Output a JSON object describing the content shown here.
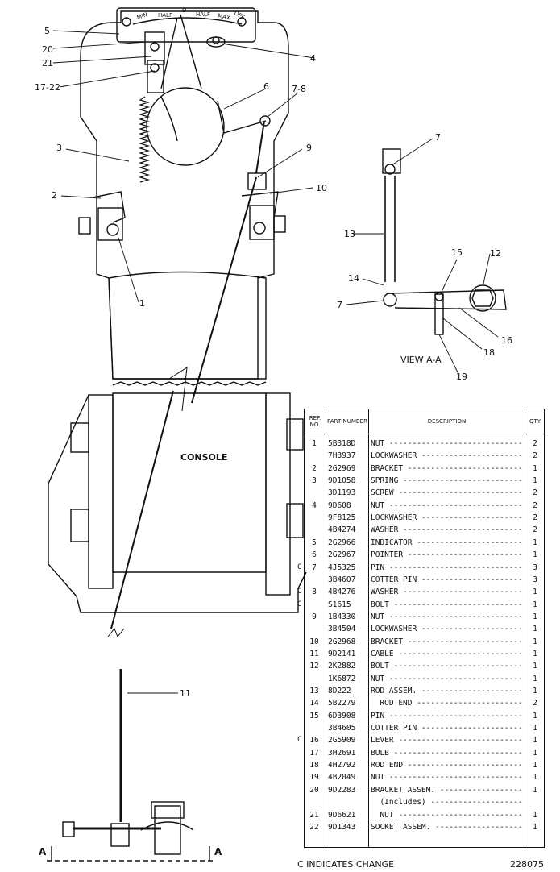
{
  "dial": {
    "min": "MIN",
    "half_left": "HALF",
    "d": "D",
    "half_right": "HALF",
    "max": "MAX",
    "off": "OFF"
  },
  "callouts": [
    {
      "id": "c5",
      "text": "5"
    },
    {
      "id": "c20",
      "text": "20"
    },
    {
      "id": "c21",
      "text": "21"
    },
    {
      "id": "c17_22",
      "text": "17-22"
    },
    {
      "id": "c4",
      "text": "4"
    },
    {
      "id": "c6",
      "text": "6"
    },
    {
      "id": "c7_8",
      "text": "7-8"
    },
    {
      "id": "c3",
      "text": "3"
    },
    {
      "id": "c9",
      "text": "9"
    },
    {
      "id": "c2",
      "text": "2"
    },
    {
      "id": "c10",
      "text": "10"
    },
    {
      "id": "c1",
      "text": "1"
    },
    {
      "id": "c7a",
      "text": "7"
    },
    {
      "id": "c13",
      "text": "13"
    },
    {
      "id": "c15",
      "text": "15"
    },
    {
      "id": "c12",
      "text": "12"
    },
    {
      "id": "c14",
      "text": "14"
    },
    {
      "id": "c7b",
      "text": "7"
    },
    {
      "id": "c16",
      "text": "16"
    },
    {
      "id": "c18",
      "text": "18"
    },
    {
      "id": "c19",
      "text": "19"
    },
    {
      "id": "c11",
      "text": "11"
    }
  ],
  "console_label": "CONSOLE",
  "view_caption": "VIEW A-A",
  "section_marks": {
    "left": "A",
    "right": "A"
  },
  "table": {
    "headers": {
      "ref": "REF. NO.",
      "part": "PART NUMBER",
      "desc": "DESCRIPTION",
      "qty": "QTY"
    },
    "rows": [
      {
        "ref": "1",
        "pn": "5B318D",
        "desc": "NUT",
        "qty": "2",
        "c": ""
      },
      {
        "ref": "",
        "pn": "7H3937",
        "desc": "LOCKWASHER",
        "qty": "2",
        "c": ""
      },
      {
        "ref": "2",
        "pn": "2G2969",
        "desc": "BRACKET",
        "qty": "1",
        "c": ""
      },
      {
        "ref": "3",
        "pn": "9D1058",
        "desc": "SPRING",
        "qty": "1",
        "c": ""
      },
      {
        "ref": "",
        "pn": "3D1193",
        "desc": "SCREW",
        "qty": "2",
        "c": ""
      },
      {
        "ref": "4",
        "pn": "9D608",
        "desc": "NUT",
        "qty": "2",
        "c": ""
      },
      {
        "ref": "",
        "pn": "9F8125",
        "desc": "LOCKWASHER",
        "qty": "2",
        "c": ""
      },
      {
        "ref": "",
        "pn": "4B4274",
        "desc": "WASHER",
        "qty": "2",
        "c": ""
      },
      {
        "ref": "5",
        "pn": "2G2966",
        "desc": "INDICATOR",
        "qty": "1",
        "c": ""
      },
      {
        "ref": "6",
        "pn": "2G2967",
        "desc": "POINTER",
        "qty": "1",
        "c": ""
      },
      {
        "ref": "7",
        "pn": "4J5325",
        "desc": "PIN",
        "qty": "3",
        "c": "C"
      },
      {
        "ref": "",
        "pn": "3B4607",
        "desc": "COTTER PIN",
        "qty": "3",
        "c": ""
      },
      {
        "ref": "8",
        "pn": "4B4276",
        "desc": "WASHER",
        "qty": "1",
        "c": "C"
      },
      {
        "ref": "",
        "pn": "S1615",
        "desc": "BOLT",
        "qty": "1",
        "c": "C"
      },
      {
        "ref": "9",
        "pn": "1B4330",
        "desc": "NUT",
        "qty": "1",
        "c": ""
      },
      {
        "ref": "",
        "pn": "3B4504",
        "desc": "LOCKWASHER",
        "qty": "1",
        "c": ""
      },
      {
        "ref": "10",
        "pn": "2G2968",
        "desc": "BRACKET",
        "qty": "1",
        "c": ""
      },
      {
        "ref": "11",
        "pn": "9D2141",
        "desc": "CABLE",
        "qty": "1",
        "c": ""
      },
      {
        "ref": "12",
        "pn": "2K2882",
        "desc": "BOLT",
        "qty": "1",
        "c": ""
      },
      {
        "ref": "",
        "pn": "1K6872",
        "desc": "NUT",
        "qty": "1",
        "c": ""
      },
      {
        "ref": "13",
        "pn": "8D222",
        "desc": "ROD ASSEM.",
        "qty": "1",
        "c": ""
      },
      {
        "ref": "14",
        "pn": "5B2279",
        "desc": "  ROD END",
        "qty": "2",
        "c": ""
      },
      {
        "ref": "15",
        "pn": "6D3908",
        "desc": "PIN",
        "qty": "1",
        "c": ""
      },
      {
        "ref": "",
        "pn": "3B4605",
        "desc": "COTTER PIN",
        "qty": "1",
        "c": ""
      },
      {
        "ref": "16",
        "pn": "2G5909",
        "desc": "LEVER",
        "qty": "1",
        "c": "C"
      },
      {
        "ref": "17",
        "pn": "3H2691",
        "desc": "BULB",
        "qty": "1",
        "c": ""
      },
      {
        "ref": "18",
        "pn": "4H2792",
        "desc": "ROD END",
        "qty": "1",
        "c": ""
      },
      {
        "ref": "19",
        "pn": "4B2049",
        "desc": "NUT",
        "qty": "1",
        "c": ""
      },
      {
        "ref": "20",
        "pn": "9D2283",
        "desc": "BRACKET ASSEM.",
        "qty": "1",
        "c": ""
      },
      {
        "ref": "",
        "pn": "",
        "desc": "  (Includes)",
        "qty": "",
        "c": ""
      },
      {
        "ref": "21",
        "pn": "9D6621",
        "desc": "  NUT",
        "qty": "1",
        "c": ""
      },
      {
        "ref": "22",
        "pn": "9D1343",
        "desc": "SOCKET ASSEM.",
        "qty": "1",
        "c": ""
      }
    ]
  },
  "footnote": "C  INDICATES CHANGE",
  "figure_number": "228075"
}
